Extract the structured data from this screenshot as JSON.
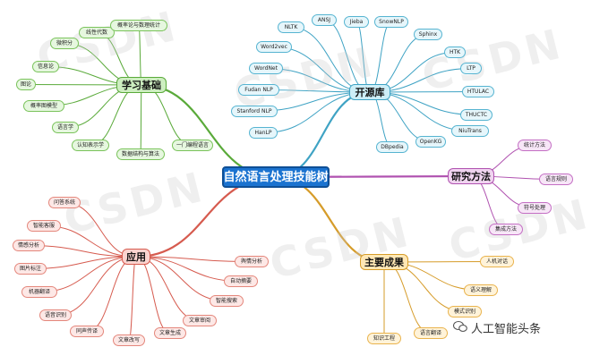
{
  "center": "自然语言处理技能树",
  "brand": "人工智能头条",
  "watermark": "CSDN",
  "colors": {
    "foundation": "#5aaa3a",
    "opensource": "#3fa3c4",
    "research": "#b052b0",
    "application": "#d65b4f",
    "results": "#d69c2a",
    "center": "#1b73d0"
  },
  "branches": {
    "foundation": {
      "label": "学习基础",
      "items": [
        "线性代数",
        "概率论与数理统计",
        "微积分",
        "信息论",
        "图论",
        "概率图模型",
        "语言学",
        "认知表示学",
        "数据结构与算法",
        "一门编程语言"
      ]
    },
    "opensource": {
      "label": "开源库",
      "items": [
        "NLTK",
        "ANSJ",
        "Jieba",
        "SnowNLP",
        "Sphinx",
        "Word2vec",
        "HTK",
        "WordNet",
        "LTP",
        "Fudan NLP",
        "HTULAC",
        "Stanford NLP",
        "THUCTC",
        "HanLP",
        "NiuTrans",
        "DBpedia",
        "OpenKG"
      ]
    },
    "research": {
      "label": "研究方法",
      "items": [
        "统计方法",
        "语言规则",
        "符号处理",
        "集成方法"
      ]
    },
    "application": {
      "label": "应用",
      "items": [
        "问答系统",
        "智能客服",
        "情感分析",
        "图片标注",
        "机器翻译",
        "语音识别",
        "同声传译",
        "文章改写",
        "文章生成",
        "舆情分析",
        "自动摘要",
        "智能搜索",
        "文章审阅"
      ]
    },
    "results": {
      "label": "主要成果",
      "items": [
        "人机对话",
        "语义理解",
        "模式识别",
        "语言翻译",
        "知识工程"
      ]
    }
  }
}
